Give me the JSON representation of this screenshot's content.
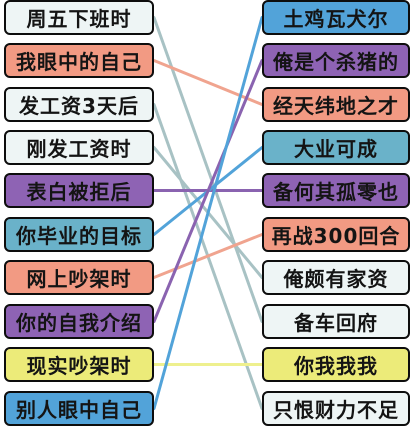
{
  "colors": {
    "white": "#eef5f5",
    "salmon": "#f29a83",
    "purple": "#8e63b4",
    "teal": "#6ab2c9",
    "yellow": "#eceb79",
    "blue": "#52a3d9",
    "line_gray": "#a8c2c4",
    "line_salmon": "#f0a48f",
    "line_purple": "#8a63b0",
    "line_blue": "#52a3d9",
    "line_yellow": "#eef08e"
  },
  "left_items": [
    {
      "text": "周五下班时",
      "color": "white"
    },
    {
      "text": "我眼中的自己",
      "color": "salmon"
    },
    {
      "text": "发工资3天后",
      "color": "white"
    },
    {
      "text": "刚发工资时",
      "color": "white"
    },
    {
      "text": "表白被拒后",
      "color": "purple"
    },
    {
      "text": "你毕业的目标",
      "color": "teal"
    },
    {
      "text": "网上吵架时",
      "color": "salmon"
    },
    {
      "text": "你的自我介绍",
      "color": "purple"
    },
    {
      "text": "现实吵架时",
      "color": "yellow"
    },
    {
      "text": "别人眼中自己",
      "color": "blue"
    }
  ],
  "right_items": [
    {
      "text": "土鸡瓦犬尔",
      "color": "blue"
    },
    {
      "text": "俺是个杀猪的",
      "color": "purple"
    },
    {
      "text": "经天纬地之才",
      "color": "salmon"
    },
    {
      "text": "大业可成",
      "color": "teal"
    },
    {
      "text": "备何其孤零也",
      "color": "purple"
    },
    {
      "text": "再战300回合",
      "color": "salmon"
    },
    {
      "text": "俺颇有家资",
      "color": "white"
    },
    {
      "text": "备车回府",
      "color": "white"
    },
    {
      "text": "你我我我",
      "color": "yellow"
    },
    {
      "text": "只恨财力不足",
      "color": "white"
    }
  ],
  "connections": [
    {
      "from": 0,
      "to": 7,
      "color": "line_gray"
    },
    {
      "from": 1,
      "to": 2,
      "color": "line_salmon"
    },
    {
      "from": 2,
      "to": 9,
      "color": "line_gray"
    },
    {
      "from": 3,
      "to": 6,
      "color": "line_gray"
    },
    {
      "from": 4,
      "to": 4,
      "color": "line_purple"
    },
    {
      "from": 5,
      "to": 3,
      "color": "line_blue"
    },
    {
      "from": 6,
      "to": 5,
      "color": "line_salmon"
    },
    {
      "from": 7,
      "to": 1,
      "color": "line_purple"
    },
    {
      "from": 8,
      "to": 8,
      "color": "line_yellow"
    },
    {
      "from": 9,
      "to": 0,
      "color": "line_blue"
    }
  ]
}
